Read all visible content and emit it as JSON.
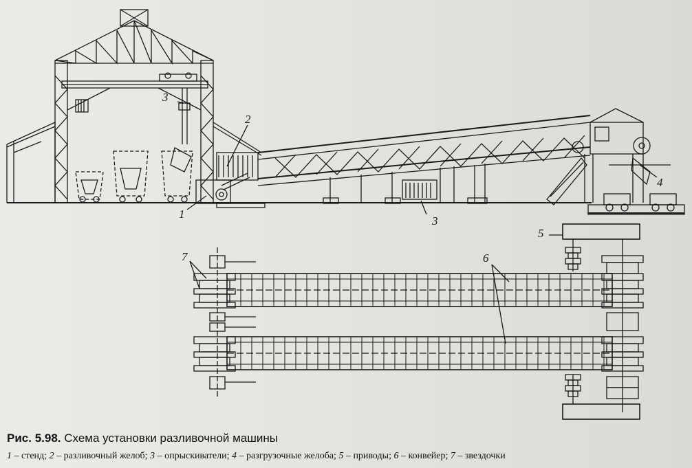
{
  "figure": {
    "label": "Рис. 5.98.",
    "title": "Схема установки разливочной машины"
  },
  "callouts": [
    "1",
    "2",
    "3",
    "4",
    "5",
    "6",
    "7"
  ],
  "legend": [
    {
      "num": "1",
      "text": "стенд"
    },
    {
      "num": "2",
      "text": "разливочный желоб"
    },
    {
      "num": "3",
      "text": "опрыскиватели"
    },
    {
      "num": "4",
      "text": "разгрузочные желоба"
    },
    {
      "num": "5",
      "text": "приводы"
    },
    {
      "num": "6",
      "text": "конвейер"
    },
    {
      "num": "7",
      "text": "звездочки"
    }
  ],
  "bleed_through": {
    "left": "",
    "right": ""
  },
  "colors": {
    "ink": "#1a1a1a",
    "paper": "#e9e7e4"
  }
}
